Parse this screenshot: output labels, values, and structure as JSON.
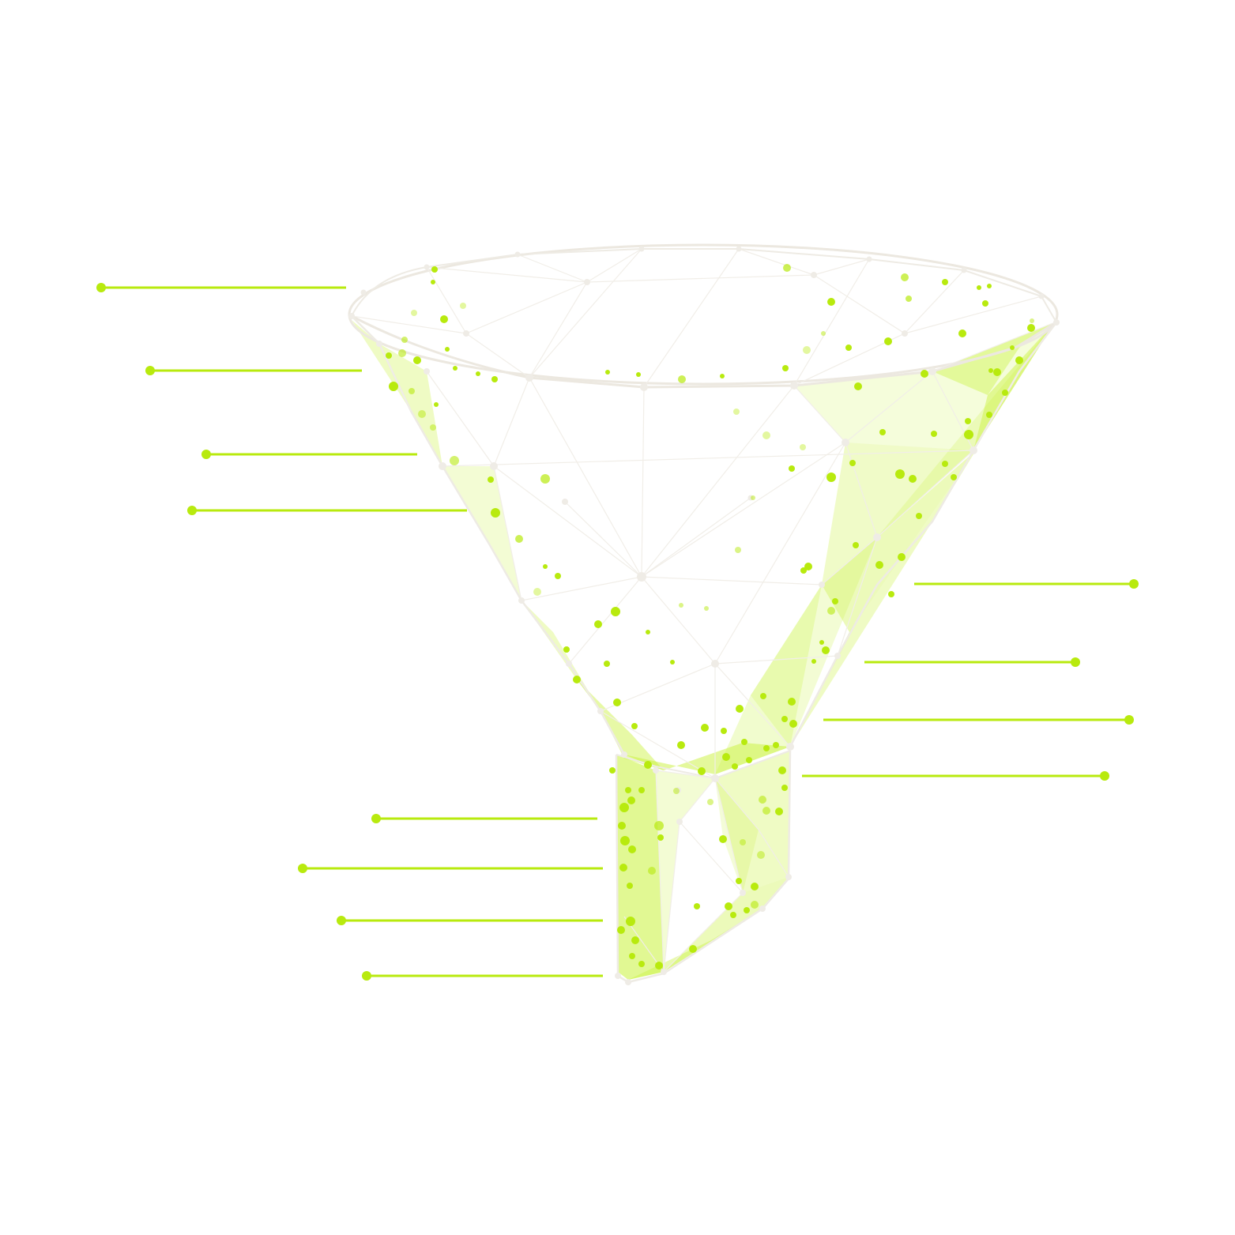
{
  "diagram": {
    "type": "funnel",
    "colors": {
      "accent": "#b8ea0e",
      "accent_fill": "#c9f23a",
      "wireframe": "#eeebe4",
      "background": "#ffffff"
    },
    "callouts": {
      "left": [
        {
          "id": "left-1"
        },
        {
          "id": "left-2"
        },
        {
          "id": "left-3"
        },
        {
          "id": "left-4"
        },
        {
          "id": "left-5"
        },
        {
          "id": "left-6"
        },
        {
          "id": "left-7"
        },
        {
          "id": "left-8"
        }
      ],
      "right": [
        {
          "id": "right-1"
        },
        {
          "id": "right-2"
        },
        {
          "id": "right-3"
        },
        {
          "id": "right-4"
        }
      ]
    }
  }
}
